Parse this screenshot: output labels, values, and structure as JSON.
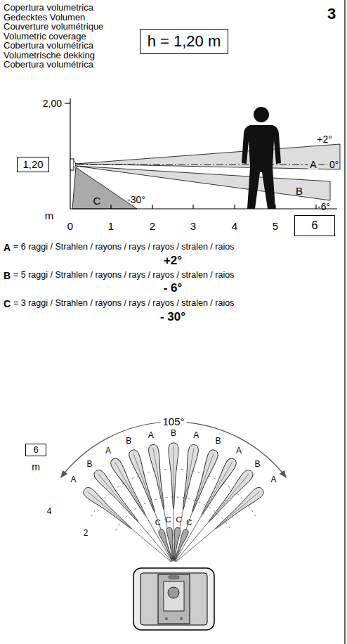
{
  "diagram": {
    "nodes": [
      {
        "text": [
          "h = 1,20 m"
        ]
      },
      {
        "text": [
          "1,20"
        ]
      },
      {
        "text": [
          "6"
        ]
      },
      {
        "text": [
          "6"
        ]
      }
    ],
    "labels": [
      "3",
      "Copertura volumetrica",
      "Gedecktes Volumen",
      "Couverture volumétrique",
      "Volumetric coverage",
      "Cobertura volumétrica",
      "Volumetrische dekking",
      "Cobertura volumétrica",
      "2,00",
      "m",
      "0",
      "1",
      "2",
      "3",
      "4",
      "5",
      "+2°",
      "A",
      "0°",
      "C",
      "-30°",
      "B",
      "-6°",
      "A",
      "= 6 raggi / Strahlen / rayons / rays / rayos / stralen / raios",
      "+2°",
      "B",
      "= 5 raggi / Strahlen / rayons / rays / rayos / stralen / raios",
      "- 6°",
      "C",
      "= 3 raggi / Strahlen / rayons / rays / rayos / stralen / raios",
      "- 30°",
      "105°",
      "A",
      "B",
      "A",
      "B",
      "A",
      "B",
      "A",
      "B",
      "A",
      "B",
      "A",
      "C",
      "C",
      "C",
      "C",
      "m",
      "4",
      "2"
    ]
  }
}
